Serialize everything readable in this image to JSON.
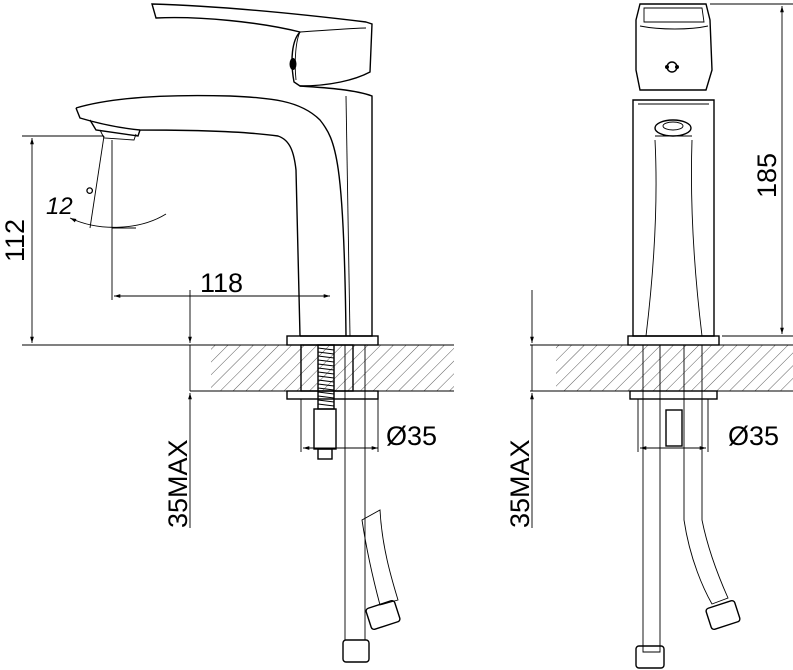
{
  "dimensions": {
    "height_112": "112",
    "reach_118": "118",
    "angle_value": "12",
    "angle_unit": "°",
    "height_185": "185",
    "diameter_left": "Ø35",
    "diameter_right": "Ø35",
    "max_left": "35MAX",
    "max_right": "35MAX"
  }
}
